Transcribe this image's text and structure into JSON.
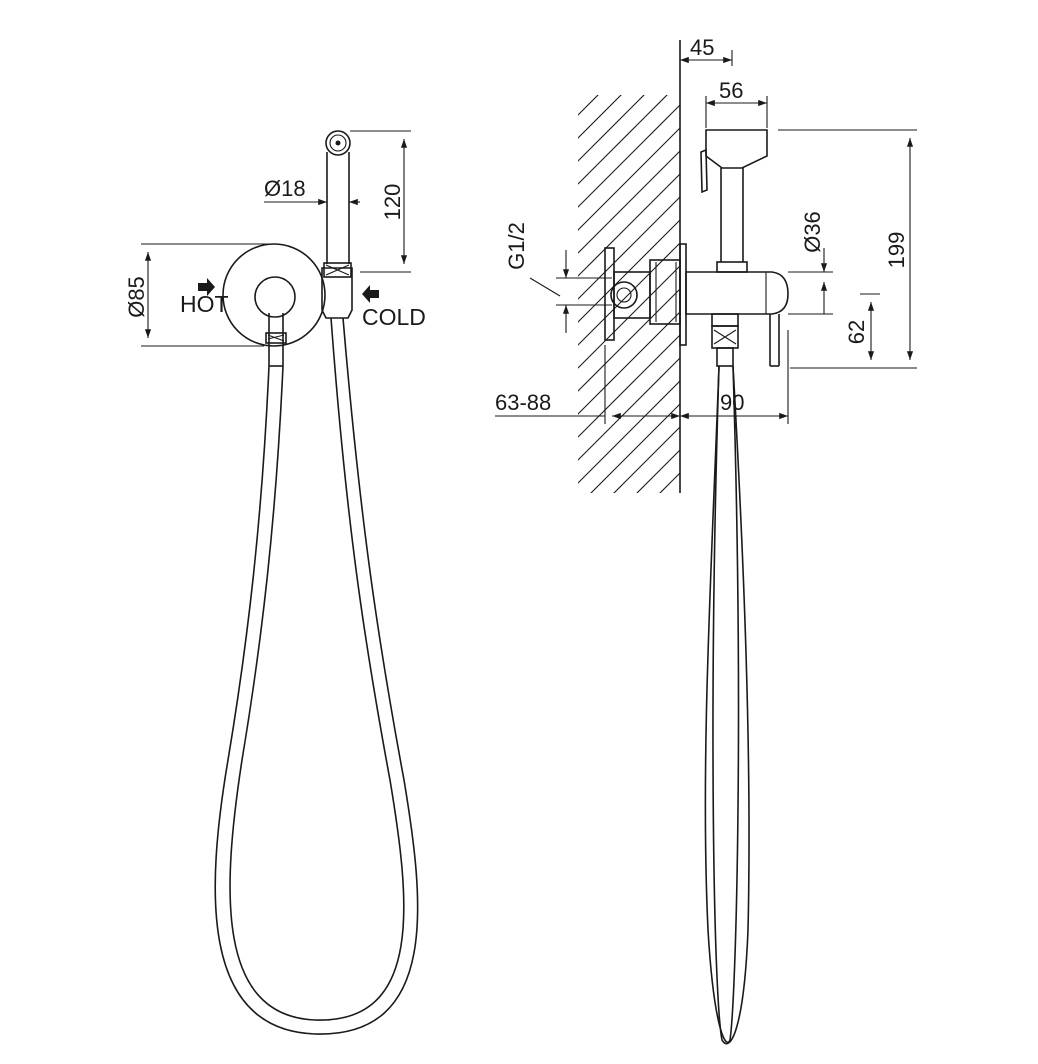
{
  "front_view": {
    "dims": {
      "diameter_outer": "Ø85",
      "diameter_handle": "Ø18",
      "height_spray": "120"
    },
    "labels": {
      "hot": "HOT",
      "cold": "COLD"
    }
  },
  "side_view": {
    "dims": {
      "wall_offset": "45",
      "head_length": "56",
      "thread": "G1/2",
      "body_diameter": "Ø36",
      "total_height": "199",
      "lower_height": "62",
      "mount_depth": "63-88",
      "projection": "90"
    }
  }
}
